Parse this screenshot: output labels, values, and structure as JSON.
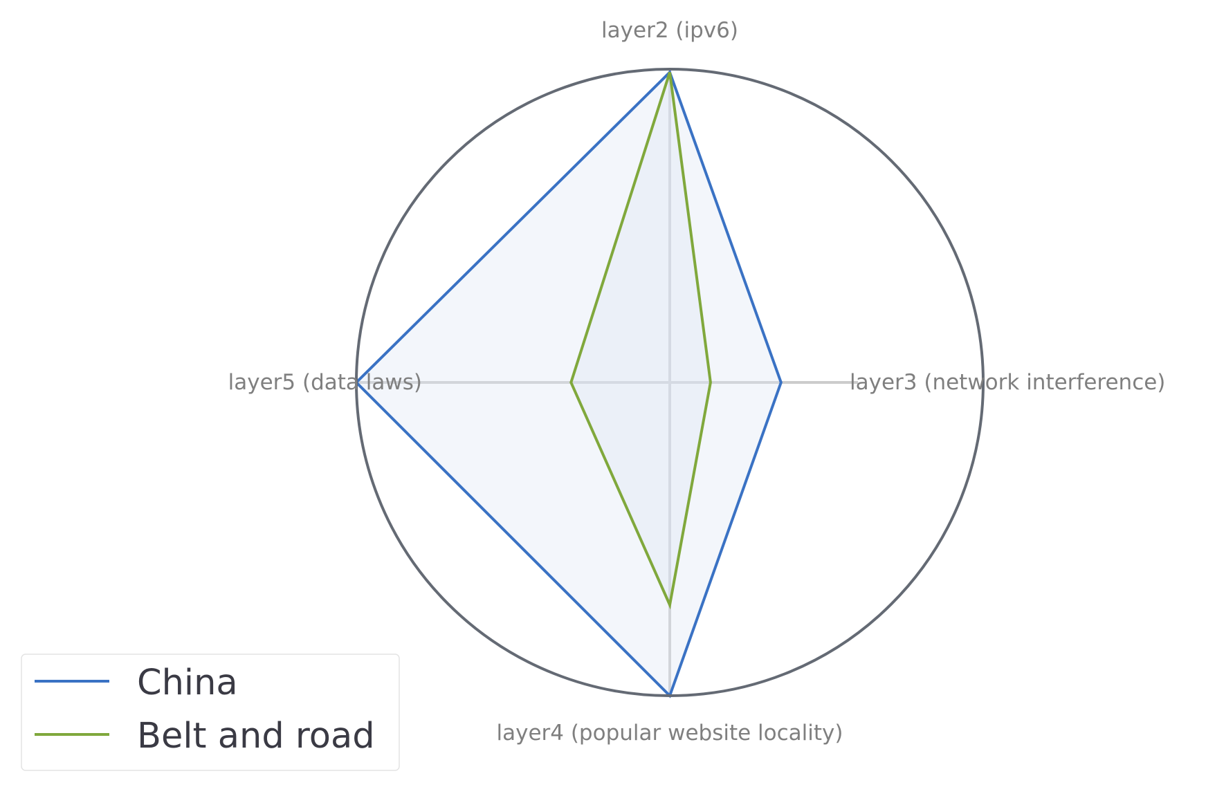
{
  "chart_data": {
    "type": "radar",
    "axes": [
      "layer2 (ipv6)",
      "layer3 (network interference)",
      "layer4 (popular website locality)",
      "layer5 (data laws)"
    ],
    "range": [
      0,
      1
    ],
    "series": [
      {
        "name": "China",
        "values": [
          0.99,
          0.355,
          1.0,
          1.0
        ],
        "color": "#3a72c4",
        "fill": "#dce6f4"
      },
      {
        "name": "Belt and road",
        "values": [
          0.99,
          0.13,
          0.71,
          0.315
        ],
        "color": "#80a83c",
        "fill": "#dce6f4"
      }
    ],
    "grid": false,
    "legend": "bottom-left",
    "outer_circle_color": "#646a74",
    "spoke_color": "#cccccc",
    "label_color": "#7f7f7f"
  }
}
